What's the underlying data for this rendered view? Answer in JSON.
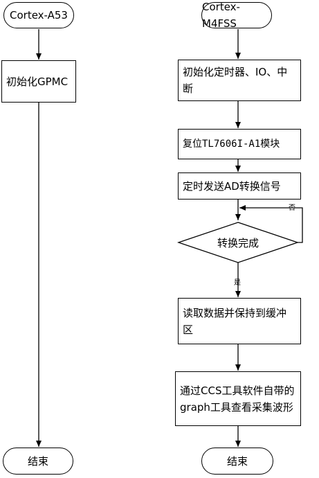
{
  "left": {
    "start": "Cortex-A53",
    "step1": "初始化GPMC",
    "end": "结束"
  },
  "right": {
    "start": "Cortex-M4FSS",
    "step1": "初始化定时器、IO、中断",
    "step2": "复位TL7606I-A1模块",
    "step3": "定时发送AD转换信号",
    "decision": "转换完成",
    "no_label": "否",
    "yes_label": "是",
    "step4": "读取数据并保持到缓冲区",
    "step5": "通过CCS工具软件自带的graph工具查看采集波形",
    "end": "结束"
  }
}
